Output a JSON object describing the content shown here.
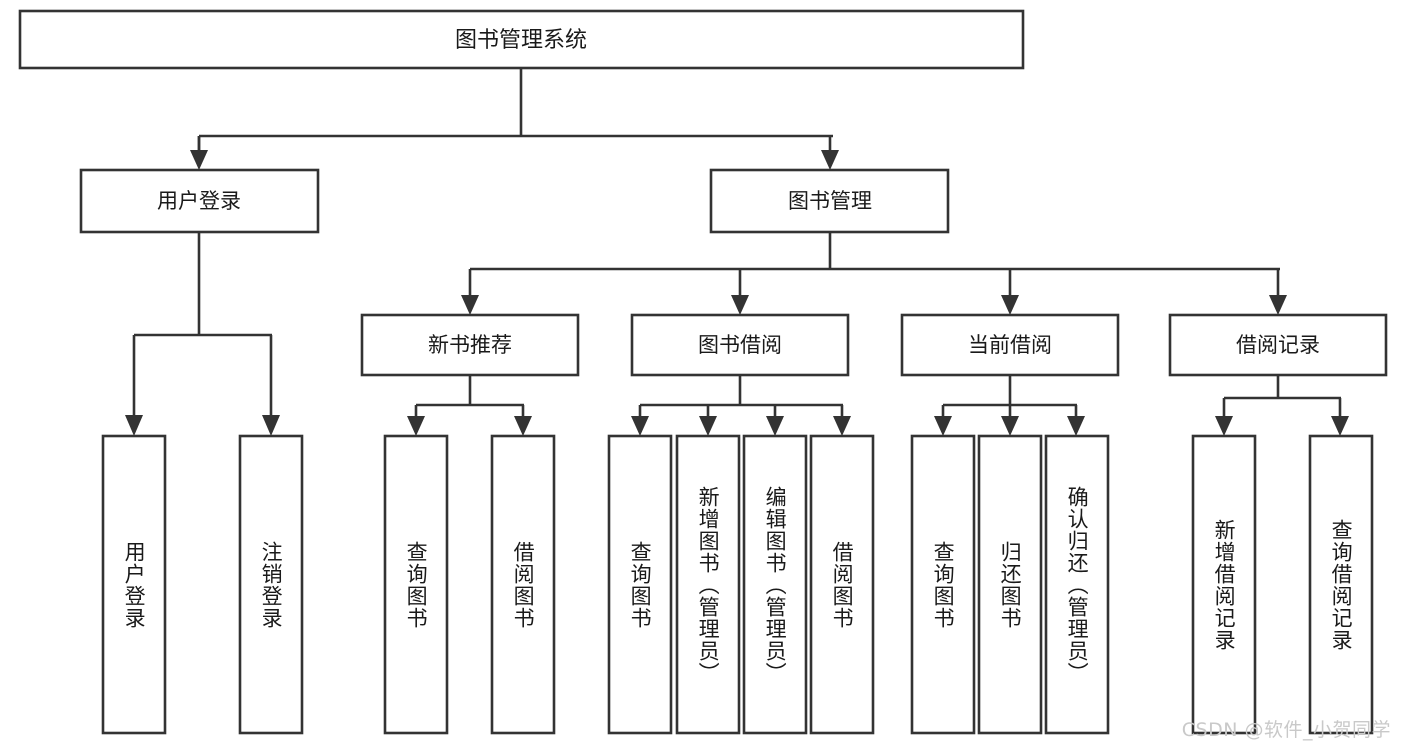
{
  "diagram": {
    "title": "图书管理系统",
    "type": "tree",
    "colors": {
      "stroke": "#333333",
      "fill": "#ffffff",
      "text": "#1a1a1a",
      "watermark": "#c9c9c9",
      "background": "#ffffff"
    },
    "root": {
      "label": "图书管理系统"
    },
    "level2": [
      {
        "label": "用户登录"
      },
      {
        "label": "图书管理"
      }
    ],
    "level3": [
      {
        "label": "新书推荐"
      },
      {
        "label": "图书借阅"
      },
      {
        "label": "当前借阅"
      },
      {
        "label": "借阅记录"
      }
    ],
    "leaves": {
      "user_login": [
        {
          "label": "用户登录"
        },
        {
          "label": "注销登录"
        }
      ],
      "new_book": [
        {
          "label": "查询图书"
        },
        {
          "label": "借阅图书"
        }
      ],
      "book_borrow": [
        {
          "label": "查询图书"
        },
        {
          "label": "新增图书（管理员）"
        },
        {
          "label": "编辑图书（管理员）"
        },
        {
          "label": "借阅图书"
        }
      ],
      "current_borrow": [
        {
          "label": "查询图书"
        },
        {
          "label": "归还图书"
        },
        {
          "label": "确认归还（管理员）"
        }
      ],
      "borrow_record": [
        {
          "label": "新增借阅记录"
        },
        {
          "label": "查询借阅记录"
        }
      ]
    }
  },
  "watermark": {
    "text": "CSDN @软件_小贺同学"
  }
}
